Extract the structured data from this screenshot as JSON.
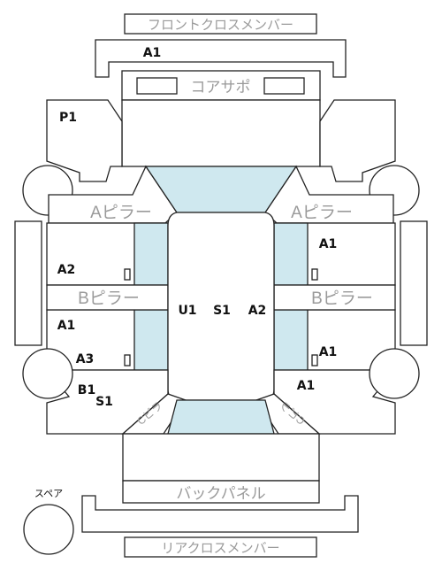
{
  "parts": {
    "front_cross_member": "フロントクロスメンバー",
    "core_support": "コアサポ",
    "a_pillar_left": "Aピラー",
    "a_pillar_right": "Aピラー",
    "b_pillar_left": "Bピラー",
    "b_pillar_right": "Bピラー",
    "back_panel": "バックパネル",
    "rear_cross_member": "リアクロスメンバー",
    "c_pillar_left": "Cピラ",
    "c_pillar_right": "Cピラ",
    "spare": "スペア"
  },
  "codes": {
    "front_a1": "A1",
    "p1": "P1",
    "right_front_a1": "A1",
    "left_a2": "A2",
    "left_a1": "A1",
    "left_a3": "A3",
    "left_b1": "B1",
    "left_s1": "S1",
    "center_u1": "U1",
    "center_s1": "S1",
    "center_a2": "A2",
    "right_rear_a1": "A1",
    "right_bottom_a1": "A1"
  },
  "colors": {
    "glass": "#cfe8ef",
    "outline": "#222222",
    "label_gray": "#9a9a9a"
  }
}
